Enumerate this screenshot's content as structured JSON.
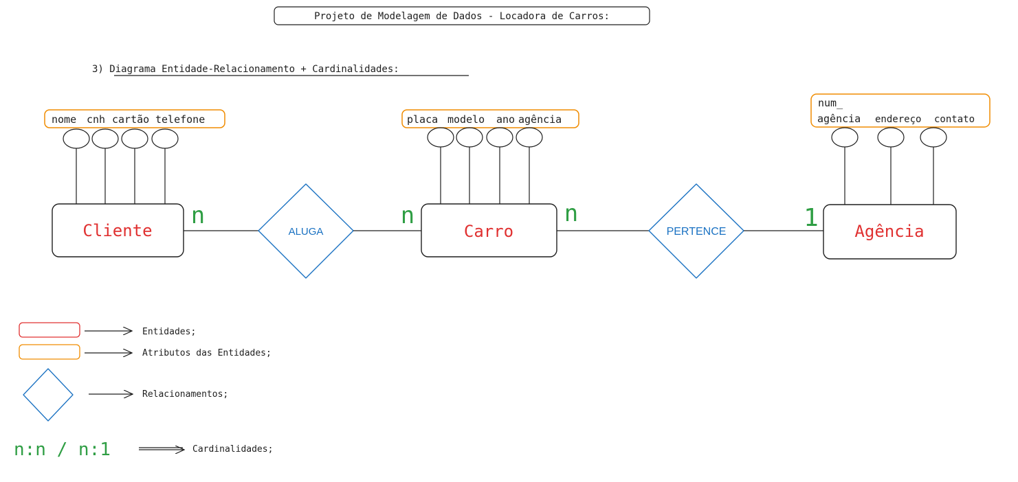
{
  "header": {
    "title": "Projeto de Modelagem de Dados - Locadora de Carros:",
    "section": "3) Diagrama Entidade-Relacionamento + Cardinalidades:"
  },
  "entities": {
    "cliente": {
      "label": "Cliente",
      "attributes": [
        "nome",
        "cnh",
        "cartão",
        "telefone"
      ]
    },
    "carro": {
      "label": "Carro",
      "attributes": [
        "placa",
        "modelo",
        "ano",
        "agência"
      ]
    },
    "agencia": {
      "label": "Agência",
      "attributes_line1": "num_",
      "attributes": [
        "agência",
        "endereço",
        "contato"
      ]
    }
  },
  "relationships": {
    "aluga": "ALUGA",
    "pertence": "PERTENCE"
  },
  "cardinalities": {
    "cliente_aluga": "n",
    "aluga_carro": "n",
    "carro_pertence": "n",
    "pertence_agencia": "1"
  },
  "legend": {
    "entities": "Entidades;",
    "attributes": "Atributos das Entidades;",
    "relationships": "Relacionamentos;",
    "cardinalities_symbol": "n:n / n:1",
    "cardinalities": "Cardinalidades;"
  },
  "colors": {
    "entity_text": "#e03131",
    "entity_border": "#1e1e1e",
    "attribute_border": "#f08c00",
    "relationship": "#1971c2",
    "cardinality": "#2f9e44",
    "legend_entity_border": "#e03131"
  }
}
